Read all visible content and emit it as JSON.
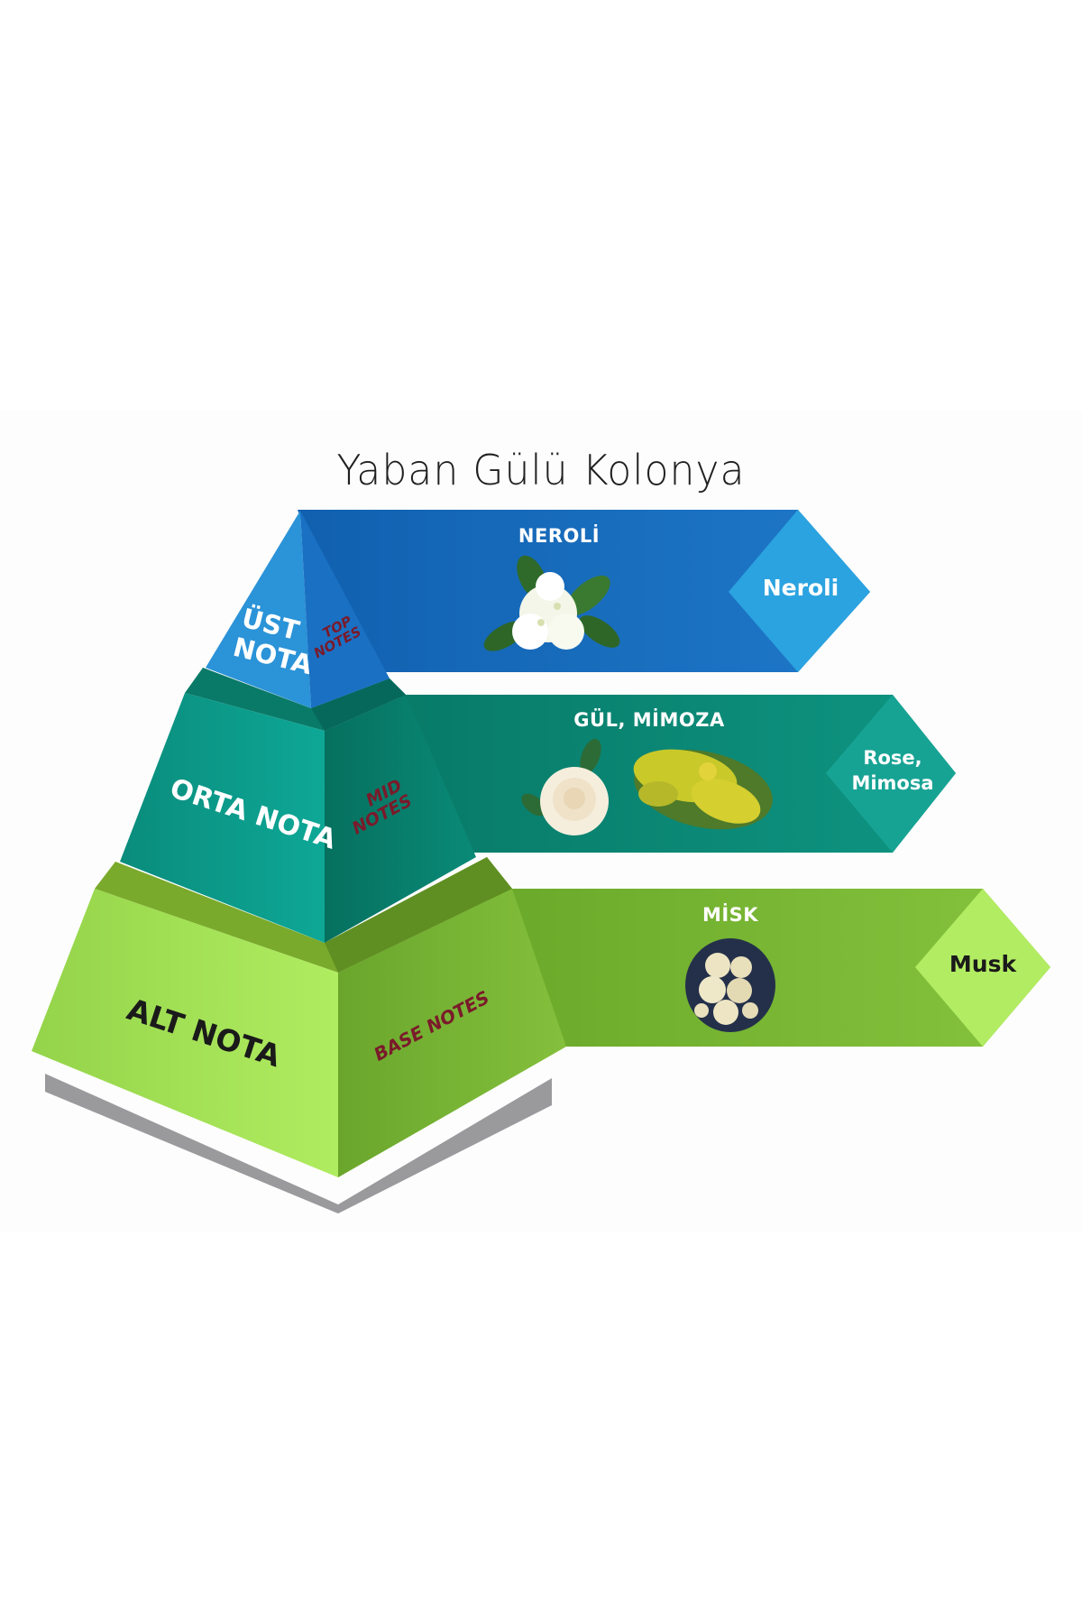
{
  "title": "Yaban Gülü Kolonya",
  "colors": {
    "top_band": "#1a6fc0",
    "top_diamond": "#2ba3e0",
    "mid_band": "#0b8a78",
    "mid_diamond": "#17a394",
    "base_band": "#7cbc38",
    "base_diamond": "#b2ec62",
    "shadow": "#9a9a9d",
    "label_red": "#7a1a2a"
  },
  "pyramid": {
    "top": {
      "label_tr_line1": "ÜST",
      "label_tr_line2": "NOTA",
      "label_en_line1": "TOP",
      "label_en_line2": "NOTES"
    },
    "mid": {
      "label_tr": "ORTA NOTA",
      "label_en_line1": "MID",
      "label_en_line2": "NOTES"
    },
    "base": {
      "label_tr": "ALT NOTA",
      "label_en": "BASE NOTES"
    }
  },
  "bands": {
    "top": {
      "heading": "NEROLİ",
      "images": [
        "neroli-flower"
      ],
      "diamond_line1": "Neroli",
      "diamond_line2": ""
    },
    "mid": {
      "heading": "GÜL, MİMOZA",
      "images": [
        "rose-flower",
        "mimosa-flower"
      ],
      "diamond_line1": "Rose,",
      "diamond_line2": "Mimosa"
    },
    "base": {
      "heading": "MİSK",
      "images": [
        "musk-crystals"
      ],
      "diamond_line1": "Musk",
      "diamond_line2": ""
    }
  }
}
